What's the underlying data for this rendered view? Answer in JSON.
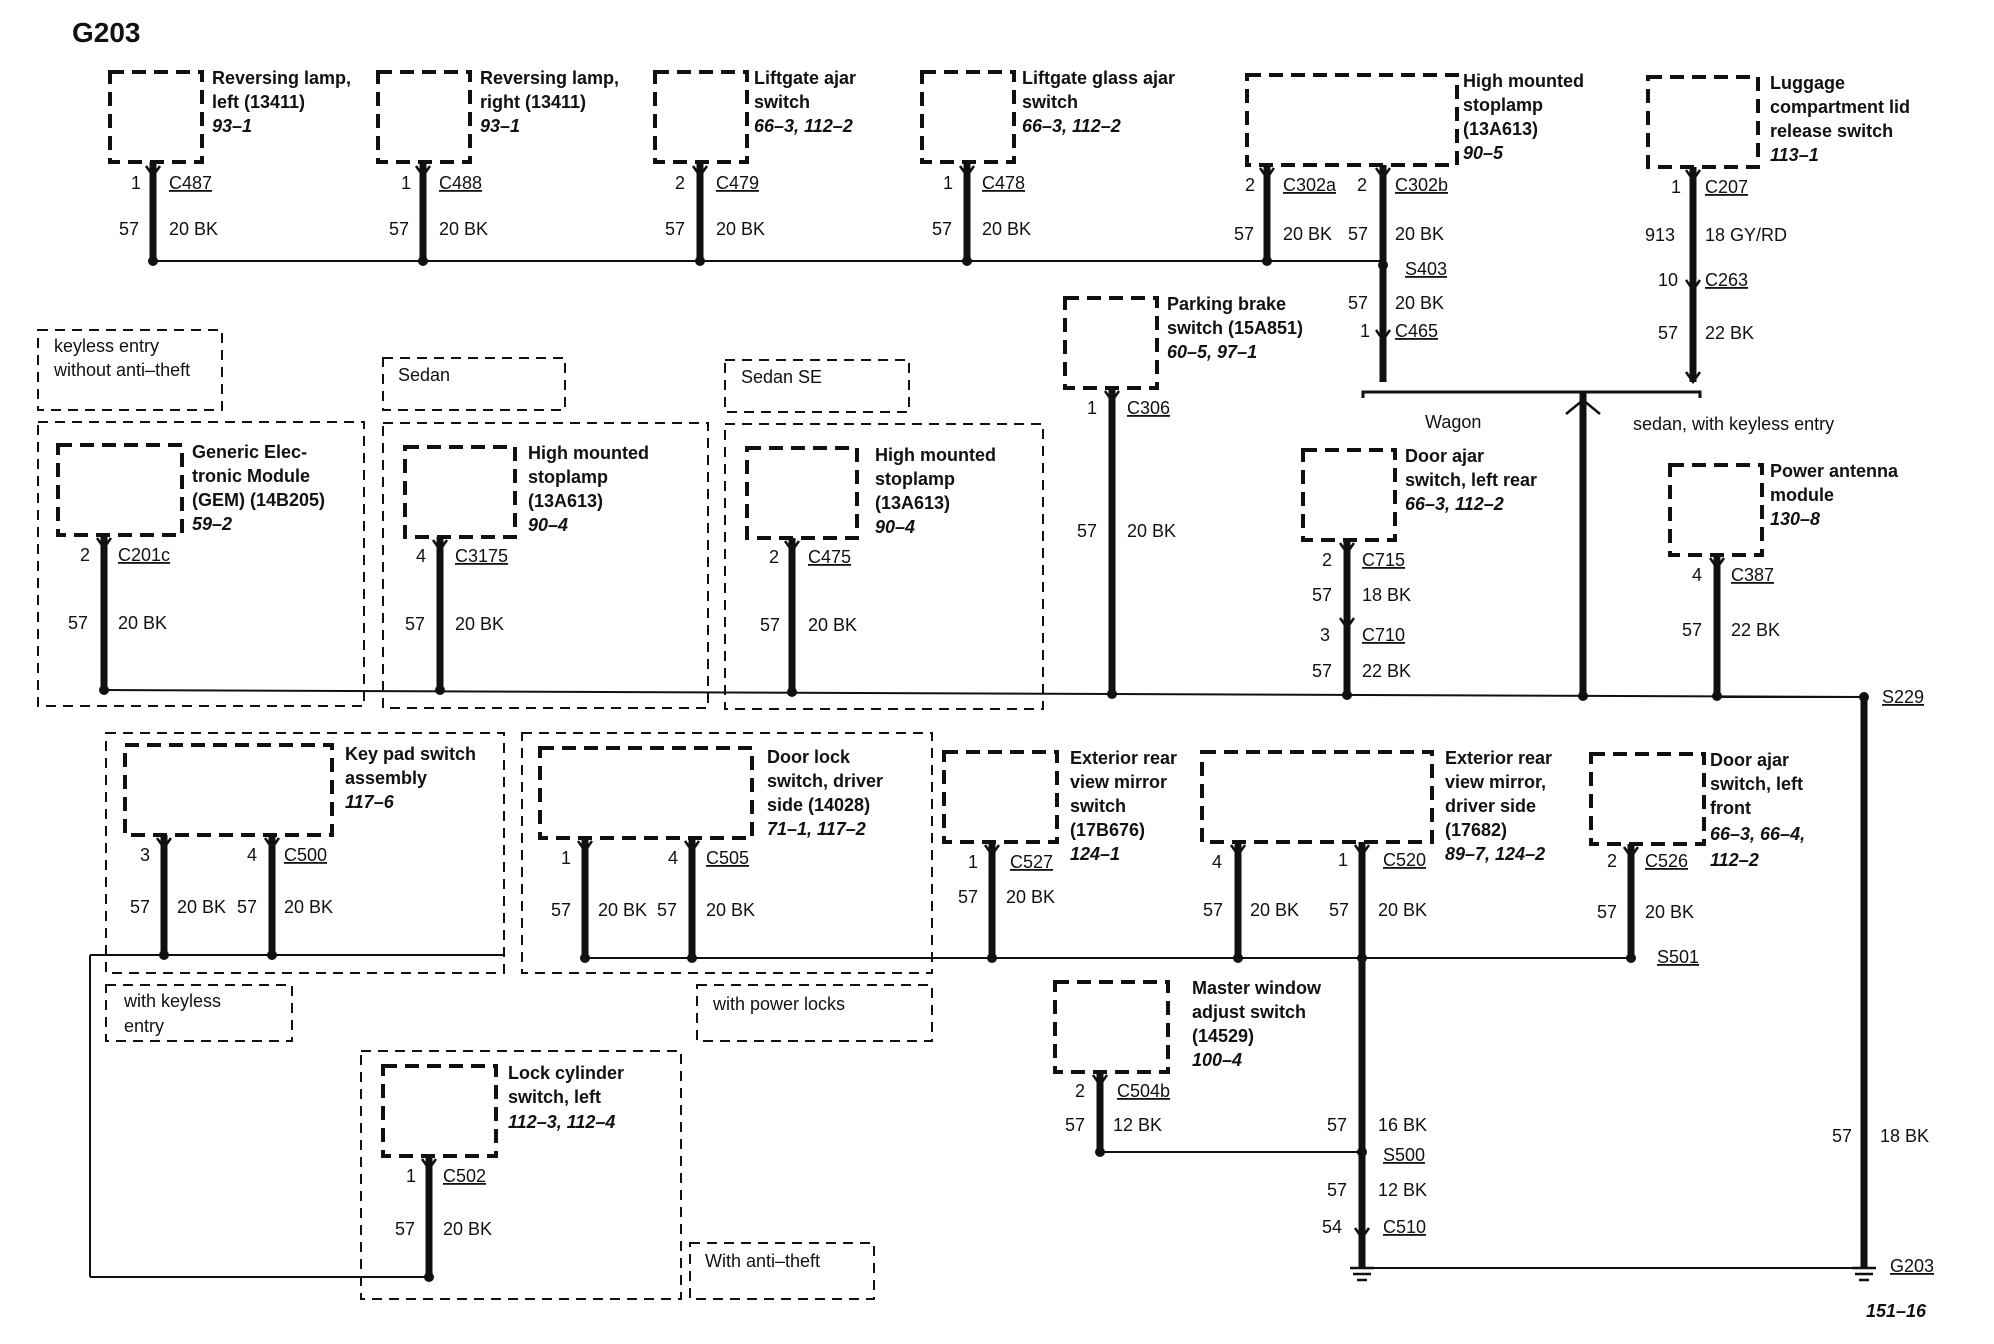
{
  "title": "G203",
  "page_ref": "151–16",
  "qualifiers": {
    "keyless_no_theft": [
      "keyless entry",
      "without anti–theft"
    ],
    "sedan": "Sedan",
    "sedan_se": "Sedan SE",
    "wagon": "Wagon",
    "sedan_keyless": "sedan, with keyless entry",
    "with_keyless": [
      "with keyless",
      "entry"
    ],
    "with_power_locks": "with power locks",
    "with_anti_theft": "With anti–theft"
  },
  "components": {
    "rev_left": [
      "Reversing lamp,",
      "left (13411)",
      "93–1"
    ],
    "rev_right": [
      "Reversing lamp,",
      "right (13411)",
      "93–1"
    ],
    "liftgate_ajar": [
      "Liftgate ajar",
      "switch",
      "66–3, 112–2"
    ],
    "liftgate_glass": [
      "Liftgate glass ajar",
      "switch",
      "66–3, 112–2"
    ],
    "hmsl_top": [
      "High mounted",
      "stoplamp",
      "(13A613)",
      "90–5"
    ],
    "luggage": [
      "Luggage",
      "compartment lid",
      "release switch",
      "113–1"
    ],
    "parking_brake": [
      "Parking brake",
      "switch (15A851)",
      "60–5, 97–1"
    ],
    "gem": [
      "Generic Elec-",
      "tronic Module",
      "(GEM) (14B205)",
      "59–2"
    ],
    "hmsl_sedan": [
      "High mounted",
      "stoplamp",
      "(13A613)",
      "90–4"
    ],
    "hmsl_sedan_se": [
      "High mounted",
      "stoplamp",
      "(13A613)",
      "90–4"
    ],
    "door_ajar_lr": [
      "Door ajar",
      "switch, left rear",
      "66–3, 112–2"
    ],
    "power_antenna": [
      "Power antenna",
      "module",
      "130–8"
    ],
    "keypad": [
      "Key pad switch",
      "assembly",
      "117–6"
    ],
    "door_lock": [
      "Door lock",
      "switch, driver",
      "side (14028)",
      "71–1, 117–2"
    ],
    "ext_mirror_switch": [
      "Exterior rear",
      "view mirror",
      "switch",
      "(17B676)",
      "124–1"
    ],
    "ext_mirror": [
      "Exterior rear",
      "view mirror,",
      "driver side",
      "(17682)",
      "89–7, 124–2"
    ],
    "door_ajar_lf": [
      "Door ajar",
      "switch, left",
      "front",
      "66–3, 66–4,",
      "112–2"
    ],
    "master_window": [
      "Master window",
      "adjust switch",
      "(14529)",
      "100–4"
    ],
    "lock_cylinder": [
      "Lock cylinder",
      "switch, left",
      "112–3, 112–4"
    ]
  },
  "connectors": {
    "c487": "C487",
    "c488": "C488",
    "c479": "C479",
    "c478": "C478",
    "c302a": "C302a",
    "c302b": "C302b",
    "c207": "C207",
    "c263": "C263",
    "c465": "C465",
    "c306": "C306",
    "c201c": "C201c",
    "c3175": "C3175",
    "c475": "C475",
    "c715": "C715",
    "c710": "C710",
    "c387": "C387",
    "c500": "C500",
    "c505": "C505",
    "c527": "C527",
    "c520": "C520",
    "c526": "C526",
    "c504b": "C504b",
    "c510": "C510",
    "c502": "C502"
  },
  "splices": {
    "s403": "S403",
    "s229": "S229",
    "s501": "S501",
    "s500": "S500",
    "g203": "G203"
  },
  "pins": {
    "rev_left": "1",
    "rev_right": "1",
    "liftgate": "2",
    "liftgate_glass": "1",
    "c302a": "2",
    "c302b": "2",
    "c207": "1",
    "c263": "10",
    "c465": "1",
    "c306": "1",
    "c201c": "2",
    "c3175": "4",
    "c475": "2",
    "c715": "2",
    "c710": "3",
    "c387": "4",
    "keypad_3": "3",
    "keypad_4": "4",
    "doorlock_1": "1",
    "doorlock_4": "4",
    "c527": "1",
    "c520_4": "4",
    "c520_1": "1",
    "c526": "2",
    "c504b": "2",
    "c502": "1"
  },
  "circuits": {
    "c57": "57",
    "c913": "913",
    "c54": "54",
    "w20bk": "20 BK",
    "w18gyrd": "18 GY/RD",
    "w22bk": "22 BK",
    "w18bk": "18 BK",
    "w16bk": "16 BK",
    "w12bk": "12 BK"
  },
  "colors": {
    "ink": "#111111",
    "background": "#ffffff"
  }
}
